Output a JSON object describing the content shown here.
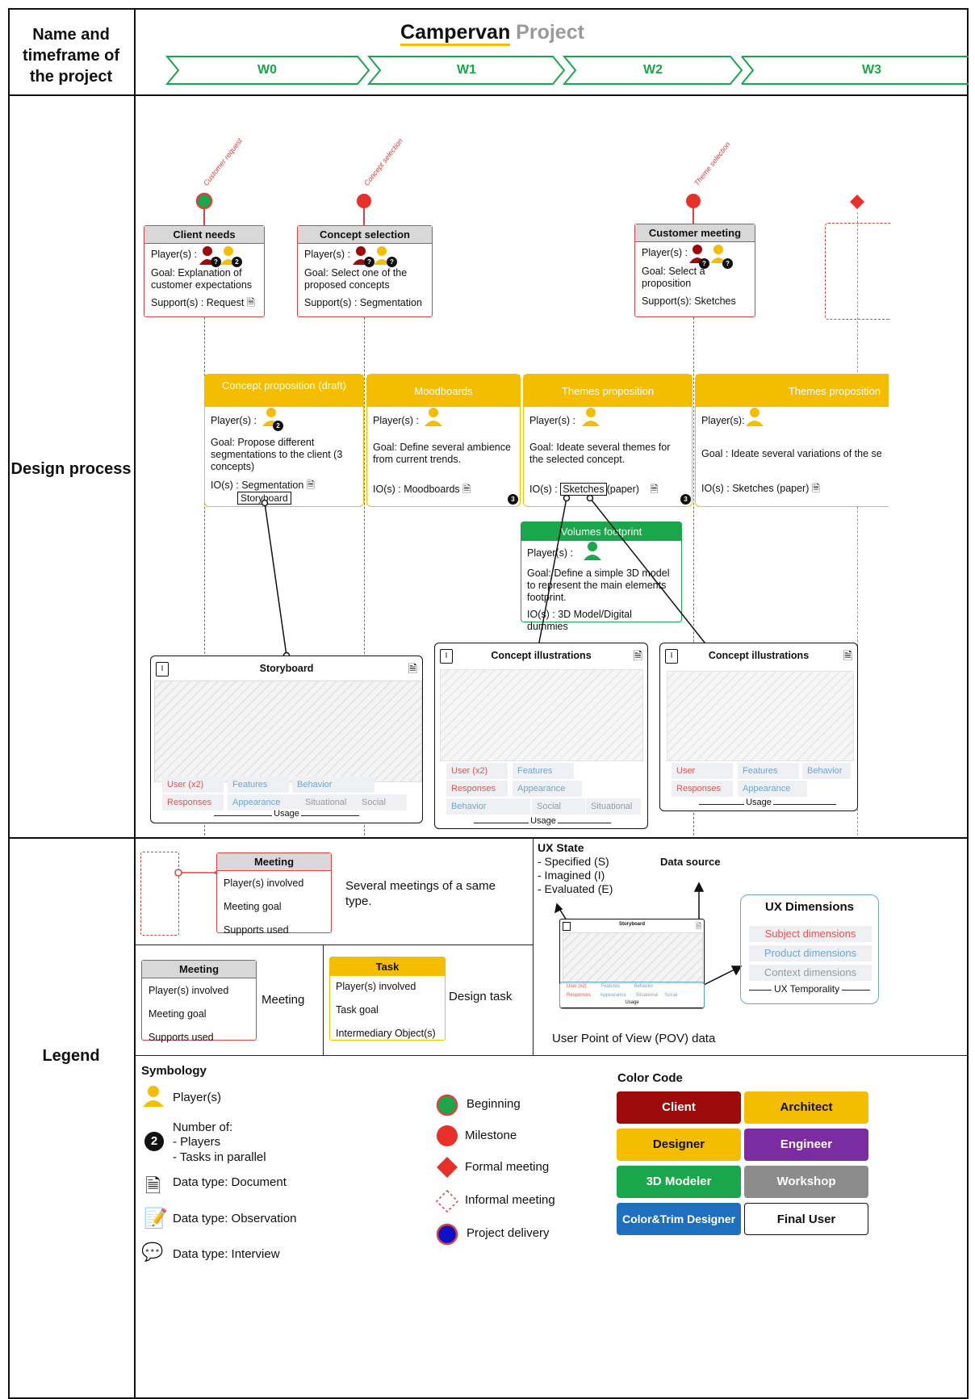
{
  "row_labels": {
    "header": "Name and timeframe of the project",
    "process": "Design process",
    "legend": "Legend"
  },
  "title": {
    "part1": "Campervan",
    "part2": "Project"
  },
  "weeks": [
    "W0",
    "W1",
    "W2",
    "W3"
  ],
  "milestones": [
    {
      "label": "Customer request",
      "type": "beginning"
    },
    {
      "label": "Concept selection",
      "type": "milestone"
    },
    {
      "label": "Theme selection",
      "type": "milestone"
    },
    {
      "label": "",
      "type": "formal"
    }
  ],
  "meetings": [
    {
      "title": "Client needs",
      "players": "Player(s) :",
      "goal": "Goal: Explanation of customer expectations",
      "support": "Support(s) : Request",
      "badges": [
        "?",
        "2"
      ]
    },
    {
      "title": "Concept selection",
      "players": "Player(s) :",
      "goal": "Goal: Select one of the proposed concepts",
      "support": "Support(s) : Segmentation",
      "badges": [
        "?",
        "?"
      ]
    },
    {
      "title": "Customer meeting",
      "players": "Player(s) :",
      "goal": "Goal: Select a proposition",
      "support": "Support(s): Sketches",
      "badges": [
        "?",
        "?"
      ]
    }
  ],
  "tasks": [
    {
      "title": "Concept proposition (draft)",
      "players": "Player(s) :",
      "goal": "Goal: Propose different segmentations to the client (3 concepts)",
      "io": "IO(s) : Segmentation",
      "io2": "Storyboard",
      "badge": "2"
    },
    {
      "title": "Moodboards",
      "players": "Player(s) :",
      "goal": "Goal: Define several ambience from current trends.",
      "io": "IO(s) : Moodboards",
      "badge": "3"
    },
    {
      "title": "Themes proposition",
      "players": "Player(s) :",
      "goal": "Goal: Ideate several themes for the selected concept.",
      "io": "IO(s) :",
      "io_box": "Sketches",
      "io_tail": "(paper)",
      "badge": "3"
    },
    {
      "title": "Themes proposition",
      "players": "Player(s):",
      "goal": "Goal : Ideate several variations of the se",
      "io": "IO(s) : Sketches (paper)"
    }
  ],
  "green_task": {
    "title": "Volumes footprint",
    "players": "Player(s) :",
    "goal": "Goal: Define a simple 3D model to represent the main elements footprint.",
    "io": "IO(s) : 3D Model/Digital dummies"
  },
  "pov_cards": [
    {
      "icon": "I",
      "title": "Storyboard",
      "chips": [
        [
          "User (x2)",
          "red"
        ],
        [
          "Features",
          "blue"
        ],
        [
          "Behavior",
          "blue"
        ],
        [
          "Responses",
          "red"
        ],
        [
          "Appearance",
          "blue"
        ],
        [
          "Situational",
          "gray"
        ],
        [
          "Social",
          "gray"
        ]
      ],
      "usage": "Usage"
    },
    {
      "icon": "I",
      "title": "Concept illustrations",
      "chips": [
        [
          "User (x2)",
          "red"
        ],
        [
          "Features",
          "blue"
        ],
        [
          "Responses",
          "red"
        ],
        [
          "Appearance",
          "blue"
        ],
        [
          "Behavior",
          "blue"
        ],
        [
          "Social",
          "gray"
        ],
        [
          "Situational",
          "gray"
        ]
      ],
      "usage": "Usage"
    },
    {
      "icon": "I",
      "title": "Concept illustrations",
      "chips": [
        [
          "User",
          "red"
        ],
        [
          "Features",
          "blue"
        ],
        [
          "Behavior",
          "blue"
        ],
        [
          "Responses",
          "red"
        ],
        [
          "Appearance",
          "blue"
        ]
      ],
      "usage": "Usage"
    }
  ],
  "legend": {
    "several_meeting": {
      "title": "Meeting",
      "l1": "Player(s) involved",
      "l2": "Meeting goal",
      "l3": "Supports used",
      "desc": "Several meetings of a same type."
    },
    "meeting": {
      "title": "Meeting",
      "l1": "Player(s) involved",
      "l2": "Meeting goal",
      "l3": "Supports used",
      "desc": "Meeting"
    },
    "task": {
      "title": "Task",
      "l1": "Player(s) involved",
      "l2": "Task goal",
      "l3": "Intermediary Object(s)",
      "desc": "Design task"
    },
    "ux_state": {
      "title": "UX State",
      "l1": "- Specified (S)",
      "l2": "- Imagined (I)",
      "l3": "- Evaluated (E)"
    },
    "data_source": "Data source",
    "ux_dimensions": {
      "title": "UX Dimensions",
      "subject": "Subject dimensions",
      "product": "Product dimensions",
      "context": "Context dimensions",
      "temporality": "UX Temporality"
    },
    "mini_card": {
      "title": "Storyboard",
      "chips": [
        "User (x2)",
        "Features",
        "Behavior",
        "Responses",
        "Appearance",
        "Situational",
        "Social"
      ],
      "usage": "Usage"
    },
    "pov_caption": "User Point of View (POV) data",
    "symbology_title": "Symbology",
    "symbols": {
      "player": "Player(s)",
      "number_l1": "Number of:",
      "number_l2": "- Players",
      "number_l3": "- Tasks in parallel",
      "number_badge": "2",
      "document": "Data type: Document",
      "observation": "Data type: Observation",
      "interview": "Data type: Interview",
      "beginning": "Beginning",
      "milestone": "Milestone",
      "formal": "Formal meeting",
      "informal": "Informal meeting",
      "delivery": "Project delivery"
    },
    "color_code_title": "Color Code",
    "colors": [
      {
        "label": "Client",
        "bg": "#9c0a0a",
        "fg": "#ffffff"
      },
      {
        "label": "Architect",
        "bg": "#f5bd00",
        "fg": "#111111"
      },
      {
        "label": "Designer",
        "bg": "#f5bd00",
        "fg": "#111111"
      },
      {
        "label": "Engineer",
        "bg": "#7a2ca0",
        "fg": "#ffffff"
      },
      {
        "label": "3D Modeler",
        "bg": "#1aa64a",
        "fg": "#ffffff"
      },
      {
        "label": "Workshop",
        "bg": "#8c8c8c",
        "fg": "#ffffff"
      },
      {
        "label": "Color&Trim Designer",
        "bg": "#1f6fbf",
        "fg": "#ffffff"
      },
      {
        "label": "Final User",
        "bg": "#ffffff",
        "fg": "#111111"
      }
    ]
  }
}
